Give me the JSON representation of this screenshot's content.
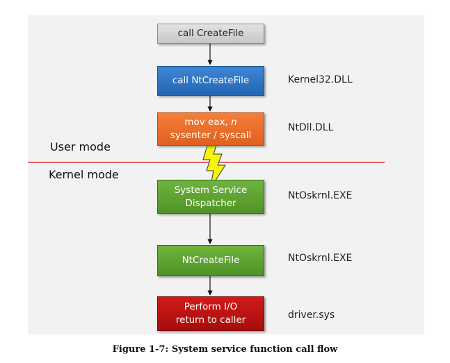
{
  "nodes": [
    {
      "id": "call-createfile",
      "lines": [
        "call CreateFile"
      ],
      "color": "gray"
    },
    {
      "id": "call-ntcreatefile",
      "lines": [
        "call NtCreateFile"
      ],
      "color": "blue"
    },
    {
      "id": "mov-eax",
      "lines": [
        "mov eax, n",
        "sysenter / syscall"
      ],
      "color": "orange"
    },
    {
      "id": "system-service-dispatcher",
      "lines": [
        "System Service",
        "Dispatcher"
      ],
      "color": "green"
    },
    {
      "id": "ntcreatefile",
      "lines": [
        "NtCreateFile"
      ],
      "color": "green"
    },
    {
      "id": "perform-io",
      "lines": [
        "Perform I/O",
        "return to caller"
      ],
      "color": "red"
    }
  ],
  "side_labels": [
    "Kernel32.DLL",
    "NtDll.DLL",
    "NtOskrnl.EXE",
    "NtOskrnl.EXE",
    "driver.sys"
  ],
  "modes": {
    "user": "User mode",
    "kernel": "Kernel mode"
  },
  "colors": {
    "boundary": "#e03030",
    "lightning_fill": "#f5f50a",
    "lightning_stroke": "#333333"
  },
  "caption": "Figure 1-7: System service function call flow"
}
